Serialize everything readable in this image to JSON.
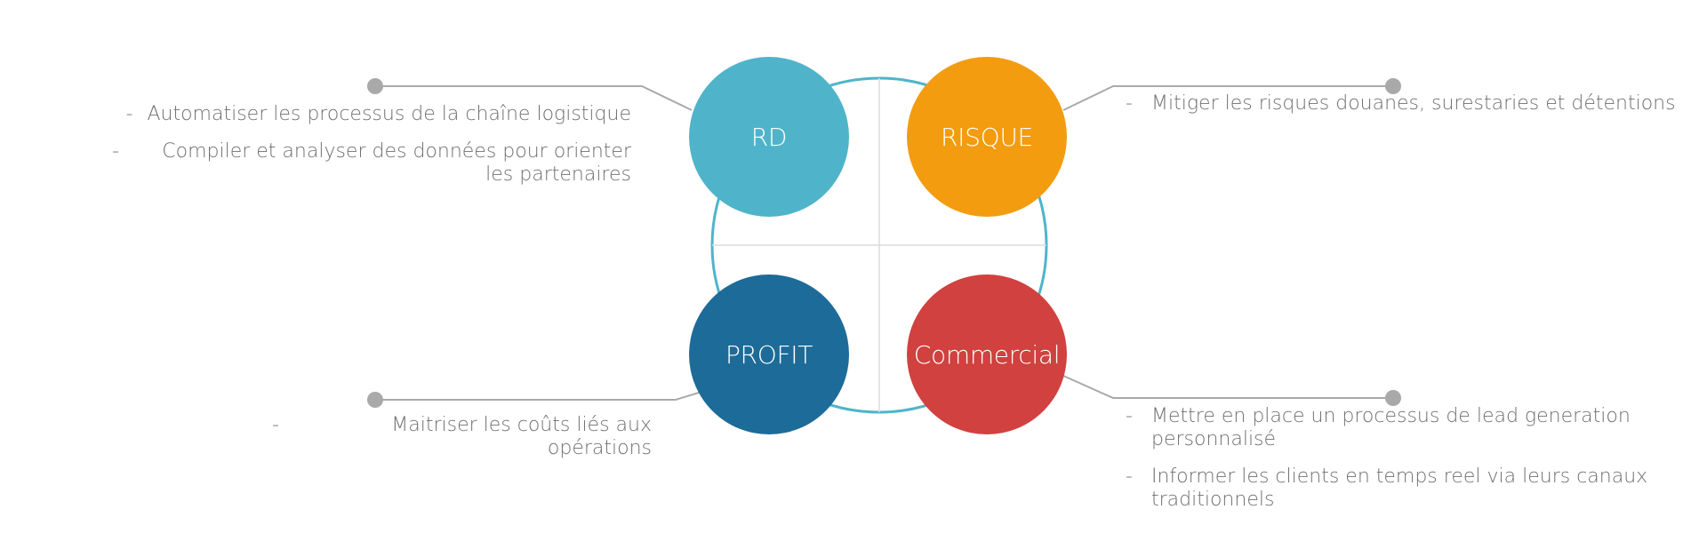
{
  "quadrants": {
    "rd": {
      "label": "RD",
      "color": "#4fb4c9",
      "bullets": [
        "Automatiser les processus de la chaîne logistique",
        "Compiler et analyser des données pour orienter les partenaires"
      ]
    },
    "risque": {
      "label": "RISQUE",
      "color": "#f39c10",
      "bullets": [
        "Mitiger les risques douanes, surestaries et détentions"
      ]
    },
    "profit": {
      "label": "PROFIT",
      "color": "#1d6b98",
      "bullets": [
        "Maitriser les coûts liés aux opérations"
      ]
    },
    "commercial": {
      "label": "Commercial",
      "color": "#d0413f",
      "bullets": [
        "Mettre en place un processus de lead generation personnalisé",
        "Informer les clients en temps reel via leurs canaux traditionnels"
      ]
    }
  },
  "ring_color": "#4fb4c9",
  "connector_color": "#a9a9a9",
  "text_color": "#6f6f6f"
}
